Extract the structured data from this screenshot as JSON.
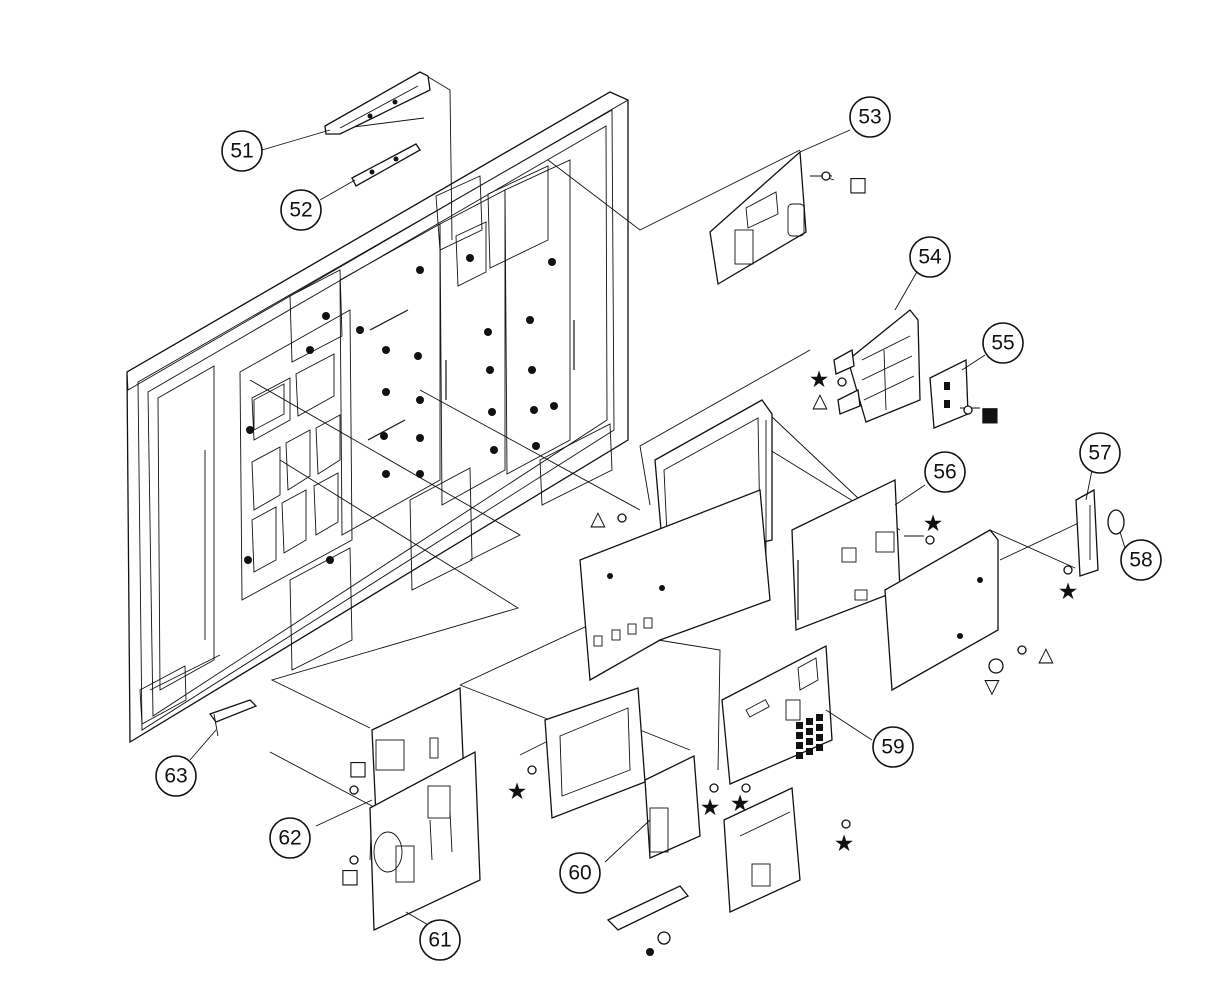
{
  "callouts": [
    {
      "id": "51",
      "label": "51"
    },
    {
      "id": "52",
      "label": "52"
    },
    {
      "id": "53",
      "label": "53"
    },
    {
      "id": "54",
      "label": "54"
    },
    {
      "id": "55",
      "label": "55"
    },
    {
      "id": "56",
      "label": "56"
    },
    {
      "id": "57",
      "label": "57"
    },
    {
      "id": "58",
      "label": "58"
    },
    {
      "id": "59",
      "label": "59"
    },
    {
      "id": "60",
      "label": "60"
    },
    {
      "id": "61",
      "label": "61"
    },
    {
      "id": "62",
      "label": "62"
    },
    {
      "id": "63",
      "label": "63"
    }
  ],
  "symbols": {
    "square_open": "□",
    "square_filled": "■",
    "triangle_up": "△",
    "triangle_down": "▽",
    "star": "★"
  },
  "colors": {
    "line": "#111111",
    "background": "#ffffff"
  }
}
